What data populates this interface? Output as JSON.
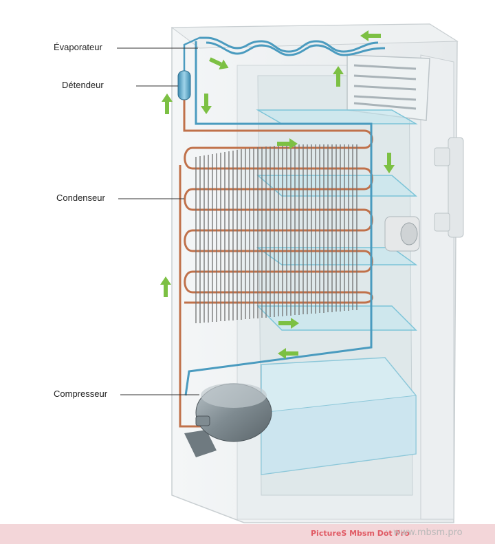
{
  "labels": {
    "evaporator": "Évaporateur",
    "expansion_valve": "Détendeur",
    "condenser": "Condenseur",
    "compressor": "Compresseur"
  },
  "watermark": {
    "left": "PictureS Mbsm Dot Pro",
    "separator": ":",
    "right": "www.mbsm.pro"
  },
  "colors": {
    "copper_pipe": "#c0714a",
    "cold_pipe": "#4a9bbf",
    "flow_arrow": "#7cc043",
    "shelf": "#bfe6ef",
    "footer": "#f3d6d9",
    "watermark_text": "#e05a64"
  },
  "icons": {
    "flow_arrow": "arrow-icon"
  }
}
